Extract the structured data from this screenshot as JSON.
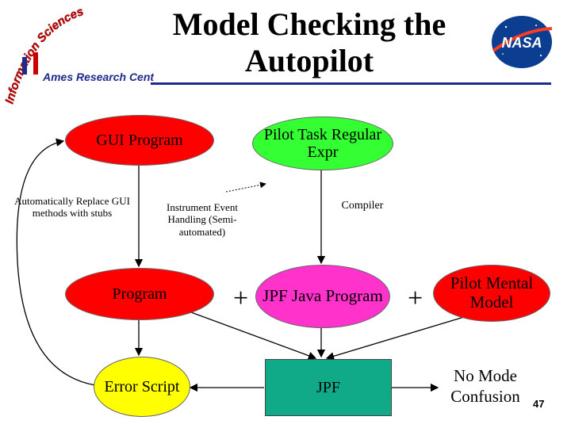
{
  "slide": {
    "title": "Model Checking the Autopilot",
    "page_number": "47",
    "logos": {
      "ames_arc_text": "Information Sciences & Technology",
      "ames_center_text": "Ames Research Center",
      "nasa_text": "NASA"
    },
    "nodes": {
      "gui_program": "GUI Program",
      "pilot_task": "Pilot Task Regular Expr",
      "program": "Program",
      "jpf_java_program": "JPF Java Program",
      "pilot_mental_model": "Pilot Mental Model",
      "error_script": "Error Script",
      "jpf": "JPF",
      "no_mode_confusion": "No Mode Confusion"
    },
    "edge_labels": {
      "replace_gui": "Automatically Replace GUI methods with stubs",
      "instrument": "Instrument Event Handling (Semi-automated)",
      "compiler": "Compiler"
    },
    "operators": {
      "plus_1": "+",
      "plus_2": "+"
    }
  },
  "colors": {
    "title_rule": "#1f2a8a",
    "gui_program": "#ff0000",
    "pilot_task": "#33ff33",
    "program": "#ff0000",
    "jpf_java_program": "#ff33cc",
    "pilot_mental_model": "#ff0000",
    "error_script": "#ffff00",
    "jpf": "#11aa88"
  }
}
